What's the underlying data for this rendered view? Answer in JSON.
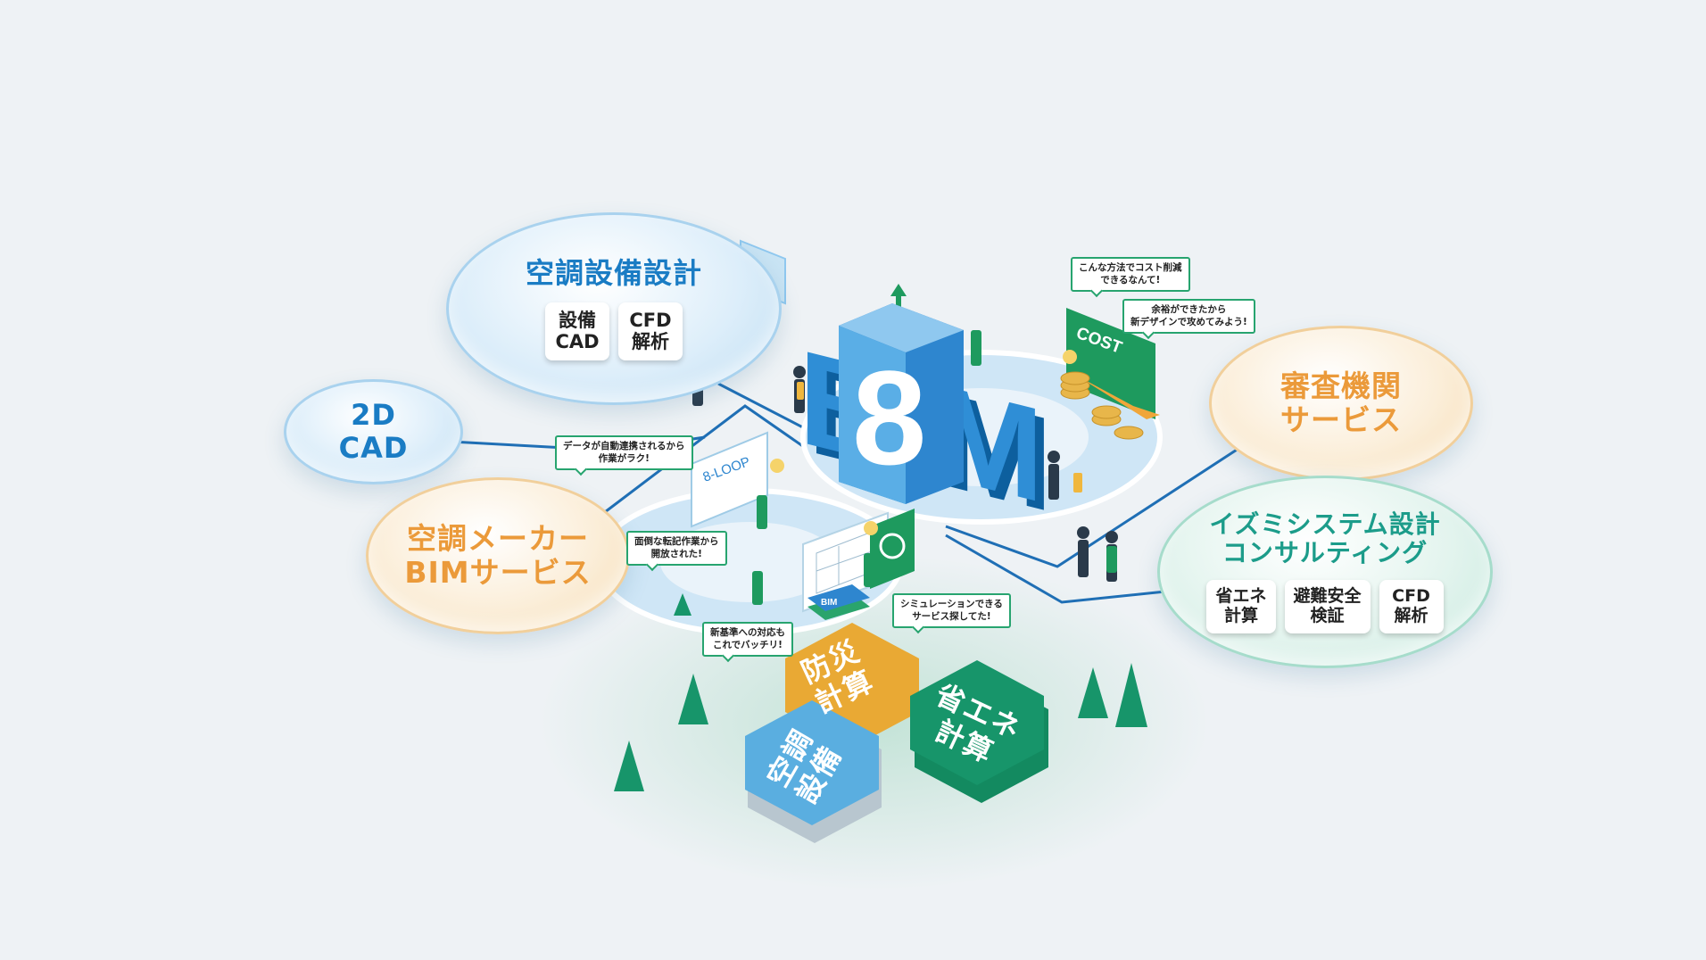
{
  "colors": {
    "brand_blue": "#1a7cc4",
    "accent_orange": "#eb9a3a",
    "accent_teal": "#1c9c8a",
    "cost_green": "#1e9a5e",
    "hex_yellow": "#f0b73e",
    "hex_green": "#17956a",
    "hex_blue": "#5aaee0"
  },
  "center": {
    "logo": "BIM",
    "loop_symbol": "8",
    "bloop_sign": "8-LOOP",
    "cost_sign": "COST",
    "book_label": "BIM"
  },
  "nodes": {
    "hvac_design": {
      "title": "空調設備設計",
      "chips": [
        "設備\nCAD",
        "CFD\n解析"
      ]
    },
    "cad_2d": {
      "title": "2D\nCAD"
    },
    "maker_bim": {
      "title": "空調メーカー\nBIMサービス"
    },
    "review_agency": {
      "title": "審査機関\nサービス"
    },
    "izumi": {
      "title": "イズミシステム設計\nコンサルティング",
      "chips": [
        "省エネ\n計算",
        "避難安全\n検証",
        "CFD\n解析"
      ]
    }
  },
  "bubbles": {
    "cost_reduce": "こんな方法でコスト削減\nできるなんて!",
    "new_design": "余裕ができたから\n新デザインで攻めてみよう!",
    "data_link": "データが自動連携されるから\n作業がラク!",
    "no_transcribe": "面倒な転記作業から\n開放された!",
    "simulation": "シミュレーションできる\nサービス探してた!",
    "new_standard": "新基準への対応も\nこれでバッチリ!"
  },
  "hexes": {
    "fire": "防災\n計算",
    "energy": "省エネ\n計算",
    "hvac": "空調\n設備"
  }
}
